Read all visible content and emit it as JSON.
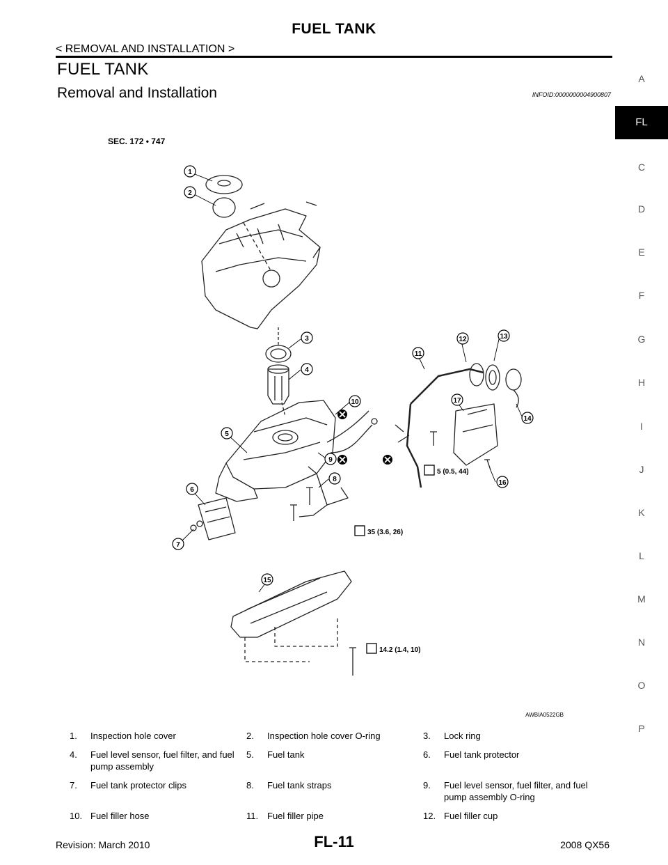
{
  "header": {
    "page_title": "FUEL TANK",
    "breadcrumb": "< REMOVAL AND INSTALLATION >"
  },
  "section": {
    "title": "FUEL TANK",
    "subtitle": "Removal and Installation",
    "info_id": "INFOID:0000000004900807"
  },
  "side_index": {
    "letters": [
      "A",
      "FL",
      "C",
      "D",
      "E",
      "F",
      "G",
      "H",
      "I",
      "J",
      "K",
      "L",
      "M",
      "N",
      "O",
      "P"
    ],
    "active": "FL"
  },
  "diagram": {
    "sec_label": "SEC. 172 • 747",
    "figure_id": "AWBIA0522GB",
    "callouts": [
      "1",
      "2",
      "3",
      "4",
      "5",
      "6",
      "7",
      "8",
      "9",
      "10",
      "11",
      "12",
      "13",
      "14",
      "15",
      "16",
      "17"
    ],
    "torque_specs": [
      "5 (0.5, 44)",
      "35 (3.6, 26)",
      "14.2 (1.4, 10)"
    ]
  },
  "legend": {
    "rows": [
      [
        {
          "num": "1.",
          "text": "Inspection hole cover"
        },
        {
          "num": "2.",
          "text": "Inspection hole cover O-ring"
        },
        {
          "num": "3.",
          "text": "Lock ring"
        }
      ],
      [
        {
          "num": "4.",
          "text": "Fuel level sensor, fuel filter, and fuel pump assembly"
        },
        {
          "num": "5.",
          "text": "Fuel tank"
        },
        {
          "num": "6.",
          "text": "Fuel tank protector"
        }
      ],
      [
        {
          "num": "7.",
          "text": "Fuel tank protector clips"
        },
        {
          "num": "8.",
          "text": "Fuel tank straps"
        },
        {
          "num": "9.",
          "text": "Fuel level sensor, fuel filter, and fuel pump assembly O-ring"
        }
      ],
      [
        {
          "num": "10.",
          "text": "Fuel filler hose"
        },
        {
          "num": "11.",
          "text": "Fuel filler pipe"
        },
        {
          "num": "12.",
          "text": "Fuel filler cup"
        }
      ]
    ]
  },
  "footer": {
    "revision": "Revision: March 2010",
    "page_number": "FL-11",
    "model": "2008 QX56"
  }
}
